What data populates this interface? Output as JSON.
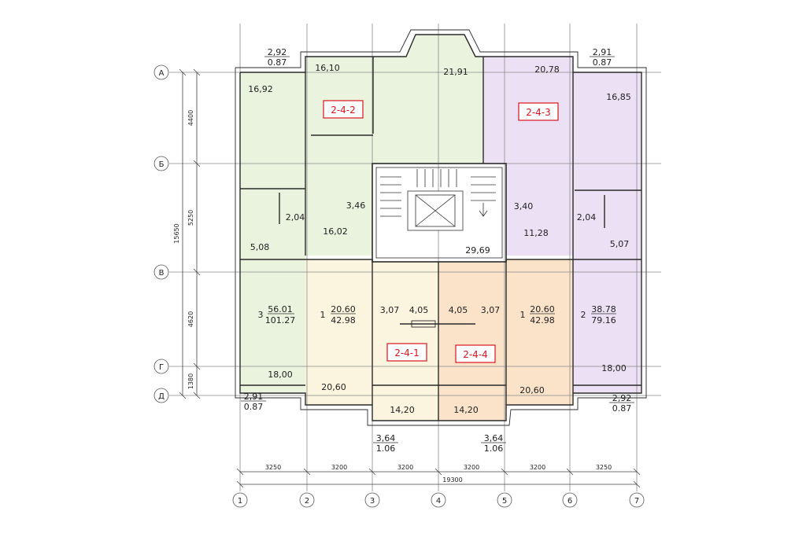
{
  "axes_letters": [
    "А",
    "Б",
    "В",
    "Г",
    "Д"
  ],
  "axes_numbers": [
    "1",
    "2",
    "3",
    "4",
    "5",
    "6",
    "7"
  ],
  "dims_vertical": {
    "a_b": "4400",
    "b_v": "5250",
    "v_g": "4620",
    "g_d": "1380",
    "total": "15650"
  },
  "dims_horizontal": [
    "3250",
    "3200",
    "3200",
    "3200",
    "3200",
    "3250"
  ],
  "dim_total_horizontal": "19300",
  "apartments": [
    {
      "id": "2-4-2",
      "color": "#e9f3dd"
    },
    {
      "id": "2-4-3",
      "color": "#ece0f4"
    },
    {
      "id": "2-4-1",
      "color": "#fbf4de"
    },
    {
      "id": "2-4-4",
      "color": "#fbe3c9"
    }
  ],
  "areas": {
    "balc_tl_a": "2,92",
    "balc_tl_b": "0.87",
    "balc_tr_a": "2,91",
    "balc_tr_b": "0.87",
    "balc_bl_a": "2,91",
    "balc_bl_b": "0.87",
    "balc_br_a": "2,92",
    "balc_br_b": "0.87",
    "r1692": "16,92",
    "r1610": "16,10",
    "r2191": "21,91",
    "r2078": "20,78",
    "r1685": "16,85",
    "r204l": "2,04",
    "r346": "3,46",
    "r340": "3,40",
    "r204r": "2,04",
    "r1602": "16,02",
    "r508": "5,08",
    "r2969": "29,69",
    "r1128": "11,28",
    "r507": "5,07",
    "a3_num": "3",
    "a3_living": "56.01",
    "a3_total": "101.27",
    "a1l_num": "1",
    "a1l_living": "20.60",
    "a1l_total": "42.98",
    "r307l": "3,07",
    "r405l": "4,05",
    "r405r": "4,05",
    "r307r": "3,07",
    "a1r_num": "1",
    "a1r_living": "20.60",
    "a1r_total": "42.98",
    "a2_num": "2",
    "a2_living": "38.78",
    "a2_total": "79.16",
    "r1800l": "18,00",
    "r2060l": "20,60",
    "r1420l": "14,20",
    "r1420r": "14,20",
    "r2060r": "20,60",
    "r1800r": "18,00",
    "balc_bc_l_a": "3,64",
    "balc_bc_l_b": "1.06",
    "balc_bc_r_a": "3,64",
    "balc_bc_r_b": "1.06"
  }
}
